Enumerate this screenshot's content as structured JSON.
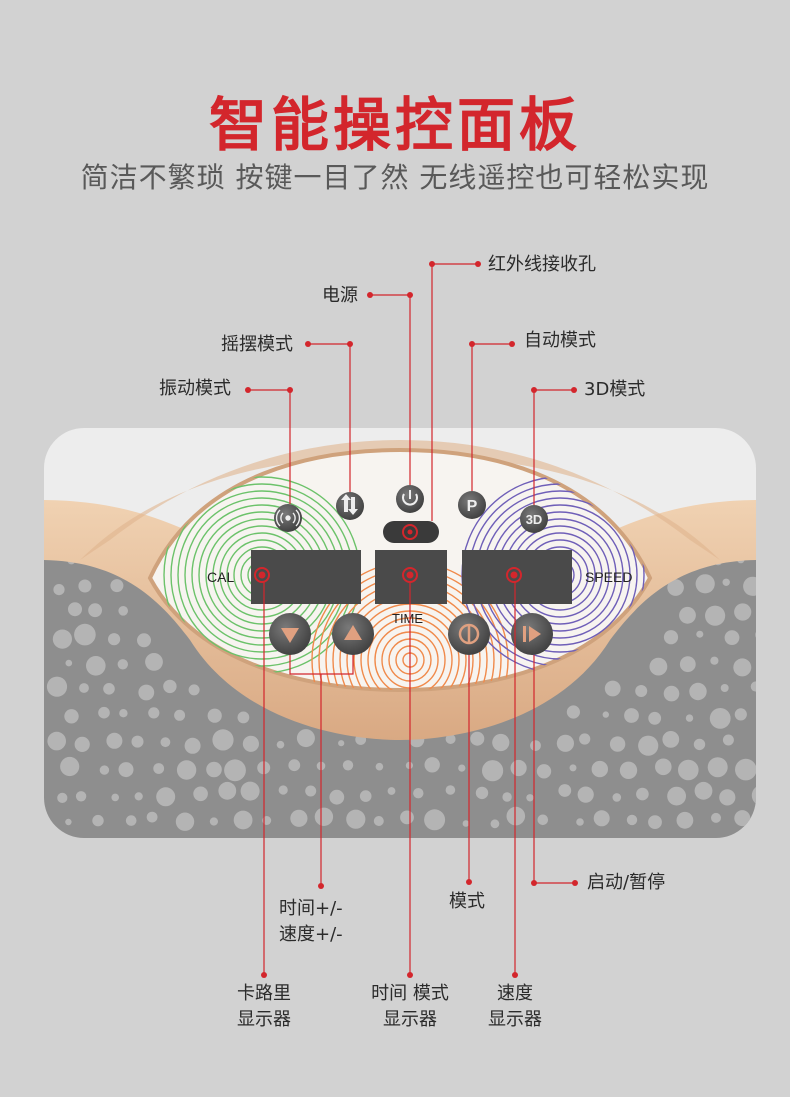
{
  "header": {
    "title": "智能操控面板",
    "subtitle": "简洁不繁琐 按键一目了然 无线遥控也可轻松实现"
  },
  "panel": {
    "left_label": "CAL",
    "center_label": "TIME",
    "right_label": "SPEED",
    "button_p": "P",
    "button_3d": "3D"
  },
  "callouts": {
    "infrared": "红外线接收孔",
    "power": "电源",
    "swing_mode": "摇摆模式",
    "auto_mode": "自动模式",
    "vibration_mode": "振动模式",
    "mode_3d": "3D模式",
    "start_pause": "启动/暂停",
    "mode": "模式",
    "time_speed_line1": "时间+/-",
    "time_speed_line2": "速度+/-",
    "cal_display_line1": "卡路里",
    "cal_display_line2": "显示器",
    "time_mode_display_line1": "时间 模式",
    "time_mode_display_line2": "显示器",
    "speed_display_line1": "速度",
    "speed_display_line2": "显示器"
  },
  "colors": {
    "accent_red": "#d3262c",
    "panel_gold": "#e8c4a0",
    "mat_gray": "#8f8f8f",
    "display_dark": "#4a4a4a",
    "ring_green": "#6cc26a",
    "ring_orange": "#f08a4b",
    "ring_purple": "#6f5fb8"
  },
  "icons": {
    "vibration": "vibration-icon",
    "swing": "swing-arrows-icon",
    "power": "power-icon",
    "infrared": "infrared-receiver-icon",
    "mode_down": "triangle-down-icon",
    "mode_up": "triangle-up-icon",
    "mode": "mode-icon",
    "play_pause": "play-pause-icon"
  }
}
